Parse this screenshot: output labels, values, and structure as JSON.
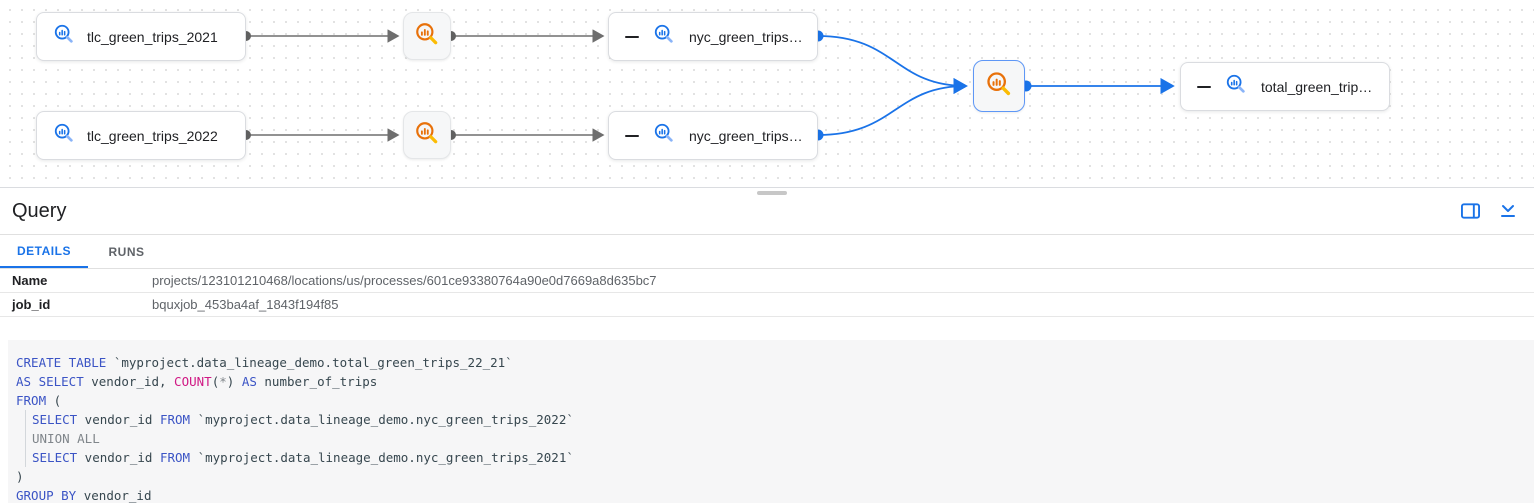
{
  "colors": {
    "accent_blue": "#1a73e8",
    "edge_grey": "#6e6e6e",
    "table_icon_blue": "#1a73e8",
    "table_icon_blue_light": "#8ab4f8",
    "process_icon_orange": "#e8710a",
    "process_icon_orange_light": "#fbbc04",
    "selected_node_border": "#5e97f6"
  },
  "graph": {
    "tables": [
      {
        "label": "tlc_green_trips_2021"
      },
      {
        "label": "tlc_green_trips_2022"
      },
      {
        "label": "nyc_green_trips…"
      },
      {
        "label": "nyc_green_trips…"
      },
      {
        "label": "total_green_trip…"
      }
    ]
  },
  "panel": {
    "title": "Query",
    "tabs": [
      {
        "label": "DETAILS",
        "active": true
      },
      {
        "label": "RUNS",
        "active": false
      }
    ],
    "details": [
      {
        "label": "Name",
        "value": "projects/123101210468/locations/us/processes/601ce93380764a90e0d7669a8d635bc7"
      },
      {
        "label": "job_id",
        "value": "bquxjob_453ba4af_1843f194f85"
      }
    ]
  },
  "sql": {
    "token_colors": {
      "kw": "#3b54c5",
      "fn": "#d01884",
      "cm": "#80868b",
      "op": "#80868b",
      "tx": "#37474f"
    },
    "lines": [
      {
        "indent": 0,
        "tokens": [
          {
            "c": "kw",
            "t": "CREATE TABLE"
          },
          {
            "c": "tx",
            "t": " `myproject.data_lineage_demo.total_green_trips_22_21`"
          }
        ]
      },
      {
        "indent": 0,
        "tokens": [
          {
            "c": "kw",
            "t": "AS SELECT"
          },
          {
            "c": "tx",
            "t": " vendor_id, "
          },
          {
            "c": "fn",
            "t": "COUNT"
          },
          {
            "c": "tx",
            "t": "("
          },
          {
            "c": "op",
            "t": "*"
          },
          {
            "c": "tx",
            "t": ") "
          },
          {
            "c": "kw",
            "t": "AS"
          },
          {
            "c": "tx",
            "t": " number_of_trips"
          }
        ]
      },
      {
        "indent": 0,
        "tokens": [
          {
            "c": "kw",
            "t": "FROM"
          },
          {
            "c": "tx",
            "t": " ("
          }
        ]
      },
      {
        "indent": 1,
        "tokens": [
          {
            "c": "kw",
            "t": "SELECT"
          },
          {
            "c": "tx",
            "t": " vendor_id "
          },
          {
            "c": "kw",
            "t": "FROM"
          },
          {
            "c": "tx",
            "t": " `myproject.data_lineage_demo.nyc_green_trips_2022`"
          }
        ]
      },
      {
        "indent": 1,
        "tokens": [
          {
            "c": "cm",
            "t": "UNION ALL"
          }
        ]
      },
      {
        "indent": 1,
        "tokens": [
          {
            "c": "kw",
            "t": "SELECT"
          },
          {
            "c": "tx",
            "t": " vendor_id "
          },
          {
            "c": "kw",
            "t": "FROM"
          },
          {
            "c": "tx",
            "t": " `myproject.data_lineage_demo.nyc_green_trips_2021`"
          }
        ]
      },
      {
        "indent": 0,
        "tokens": [
          {
            "c": "tx",
            "t": ")"
          }
        ]
      },
      {
        "indent": 0,
        "tokens": [
          {
            "c": "kw",
            "t": "GROUP BY"
          },
          {
            "c": "tx",
            "t": " vendor_id"
          }
        ]
      }
    ]
  }
}
